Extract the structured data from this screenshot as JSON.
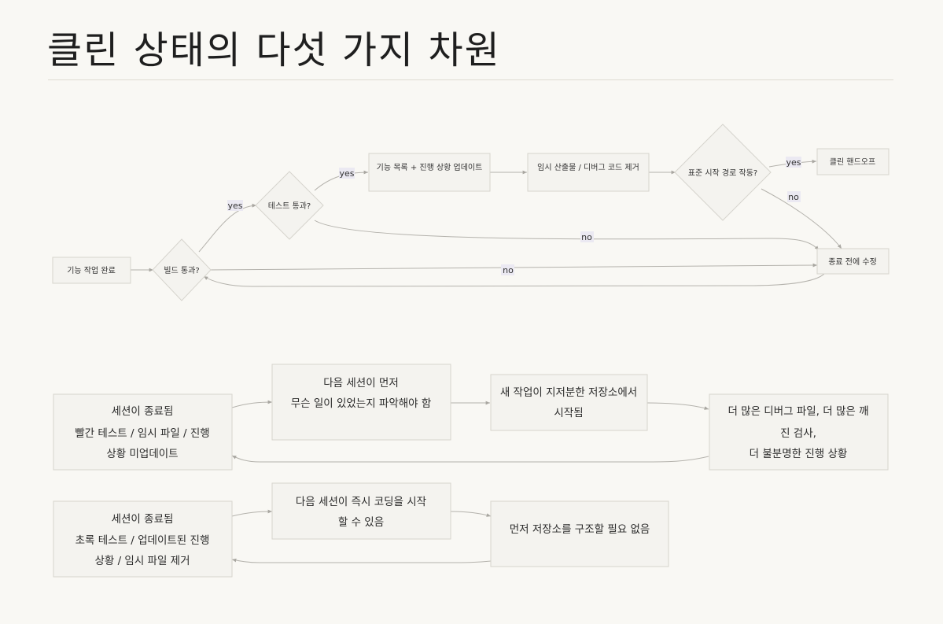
{
  "title": "클린 상태의 다섯 가지 차원",
  "flowchart": {
    "nodes": {
      "feature_done": "기능 작업 완료",
      "build_pass": "빌드 통과?",
      "test_pass": "테스트 통과?",
      "update_list": "기능 목록 + 진행 상황 업데이트",
      "remove_temp": "임시 산출물 / 디버그 코드 제거",
      "std_start": "표준 시작 경로 작동?",
      "clean_handoff": "클린 핸드오프",
      "fix_before_end": "종료 전에 수정"
    },
    "edges": {
      "yes": "yes",
      "no": "no"
    }
  },
  "bad_cycle": {
    "session_end": [
      "세션이 종료됨",
      "빨간 테스트 / 임시 파일 / 진행",
      "상황 미업데이트"
    ],
    "next_must_figure": [
      "다음 세션이 먼저",
      "무슨 일이 있었는지 파악해야 함"
    ],
    "dirty_repo": [
      "새 작업이 지저분한 저장소에서",
      "시작됨"
    ],
    "more_debug": [
      "더 많은 디버그 파일, 더 많은 깨",
      "진 검사,",
      "더 불분명한 진행 상황"
    ]
  },
  "good_cycle": {
    "session_end": [
      "세션이 종료됨",
      "초록 테스트 / 업데이트된 진행",
      "상황 / 임시 파일 제거"
    ],
    "start_coding": [
      "다음 세션이 즉시 코딩을 시작",
      "할 수 있음"
    ],
    "no_restructure": [
      "먼저 저장소를 구조할 필요 없음"
    ]
  },
  "colors": {
    "background": "#f9f8f4",
    "node_fill": "#f4f3ef",
    "node_stroke": "#d6d4cd",
    "edge": "#b4b2ac",
    "edge_label_bg": "#ebe9f2"
  }
}
